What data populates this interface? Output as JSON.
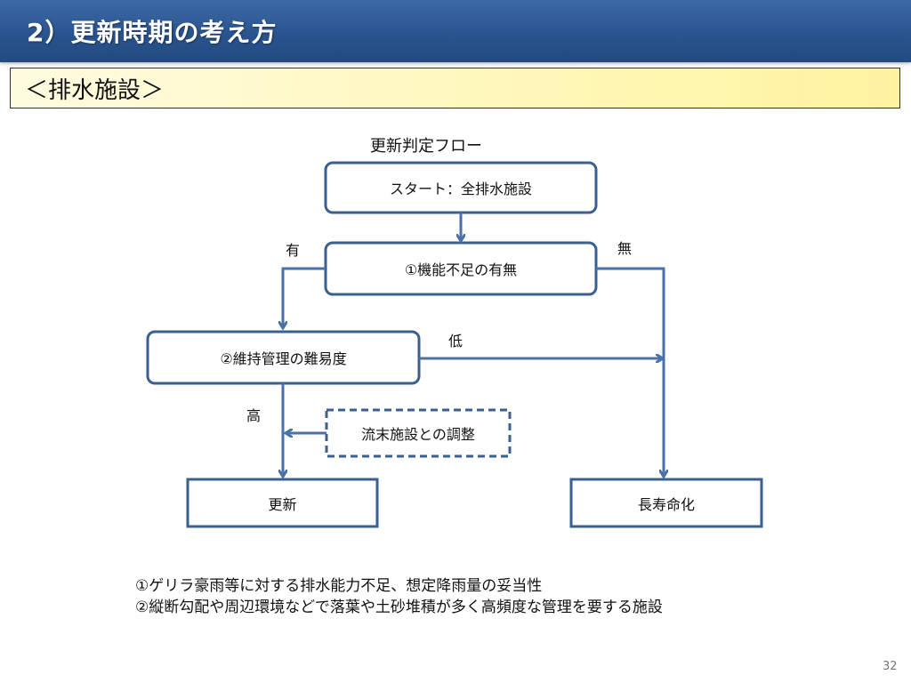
{
  "header": {
    "title": "2）更新時期の考え方"
  },
  "section": {
    "label": "＜排水施設＞"
  },
  "flow": {
    "title": "更新判定フロー",
    "nodes": {
      "start": "スタート：全排水施設",
      "q1": "①機能不足の有無",
      "q2": "②維持管理の難易度",
      "adjust": "流末施設との調整",
      "renew": "更新",
      "extend": "長寿命化"
    },
    "edges": {
      "yes": "有",
      "none": "無",
      "low": "低",
      "high": "高"
    }
  },
  "notes": [
    "①ゲリラ豪雨等に対する排水能力不足、想定降雨量の妥当性",
    "②縦断勾配や周辺環境などで落葉や土砂堆積が多く高頻度な管理を要する施設"
  ],
  "page": {
    "number": "32"
  },
  "colors": {
    "line": "#4a72a8",
    "node_border": "#3a5f91",
    "title_bar": "#2a548f"
  }
}
